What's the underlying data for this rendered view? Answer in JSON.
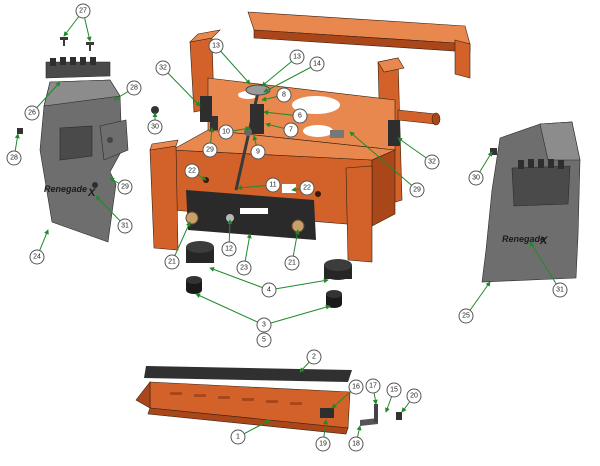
{
  "diagram": {
    "colors": {
      "frame": "#d2622a",
      "frame_dark": "#a9461a",
      "frame_light": "#e8884e",
      "panel": "#6e6e6e",
      "panel_dark": "#4a4a4a",
      "panel_light": "#8c8c8c",
      "leader": "#1f8a2c"
    },
    "brand_left": "Renegade",
    "brand_left_mark": "X",
    "brand_right": "Renegade",
    "brand_right_mark": "X",
    "callouts": [
      {
        "id": "c27",
        "label": "27"
      },
      {
        "id": "c26",
        "label": "26"
      },
      {
        "id": "c28a",
        "label": "28"
      },
      {
        "id": "c28b",
        "label": "28"
      },
      {
        "id": "c30a",
        "label": "30"
      },
      {
        "id": "c29a",
        "label": "29"
      },
      {
        "id": "c31a",
        "label": "31"
      },
      {
        "id": "c24",
        "label": "24"
      },
      {
        "id": "c32a",
        "label": "32"
      },
      {
        "id": "c13a",
        "label": "13"
      },
      {
        "id": "c13b",
        "label": "13"
      },
      {
        "id": "c14",
        "label": "14"
      },
      {
        "id": "c8",
        "label": "8"
      },
      {
        "id": "c6",
        "label": "6"
      },
      {
        "id": "c7",
        "label": "7"
      },
      {
        "id": "c10",
        "label": "10"
      },
      {
        "id": "c9",
        "label": "9"
      },
      {
        "id": "c29b",
        "label": "29"
      },
      {
        "id": "c22a",
        "label": "22"
      },
      {
        "id": "c11",
        "label": "11"
      },
      {
        "id": "c22b",
        "label": "22"
      },
      {
        "id": "c21a",
        "label": "21"
      },
      {
        "id": "c12",
        "label": "12"
      },
      {
        "id": "c23",
        "label": "23"
      },
      {
        "id": "c21b",
        "label": "21"
      },
      {
        "id": "c4",
        "label": "4"
      },
      {
        "id": "c3",
        "label": "3"
      },
      {
        "id": "c5",
        "label": "5"
      },
      {
        "id": "c32b",
        "label": "32"
      },
      {
        "id": "c29c",
        "label": "29"
      },
      {
        "id": "c30b",
        "label": "30"
      },
      {
        "id": "c31b",
        "label": "31"
      },
      {
        "id": "c25",
        "label": "25"
      },
      {
        "id": "c2",
        "label": "2"
      },
      {
        "id": "c16",
        "label": "16"
      },
      {
        "id": "c17",
        "label": "17"
      },
      {
        "id": "c15",
        "label": "15"
      },
      {
        "id": "c20",
        "label": "20"
      },
      {
        "id": "c1",
        "label": "1"
      },
      {
        "id": "c19",
        "label": "19"
      },
      {
        "id": "c18",
        "label": "18"
      }
    ]
  }
}
